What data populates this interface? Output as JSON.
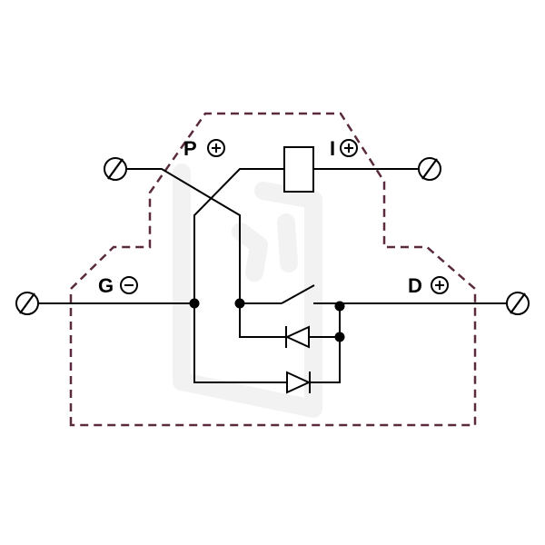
{
  "terminals": {
    "P": {
      "letter": "P",
      "polarity": "+"
    },
    "I": {
      "letter": "I",
      "polarity": "+"
    },
    "G": {
      "letter": "G",
      "polarity": "-"
    },
    "D": {
      "letter": "D",
      "polarity": "+"
    }
  },
  "colors": {
    "wire": "#000000",
    "housing_outline": "#5a2a3e",
    "background": "#ffffff"
  },
  "symbols": {
    "terminal": "terminal-screw-icon",
    "relay_coil": "coil-icon",
    "switch": "switch-contact-icon",
    "diode": "diode-icon",
    "junction": "junction-dot"
  }
}
